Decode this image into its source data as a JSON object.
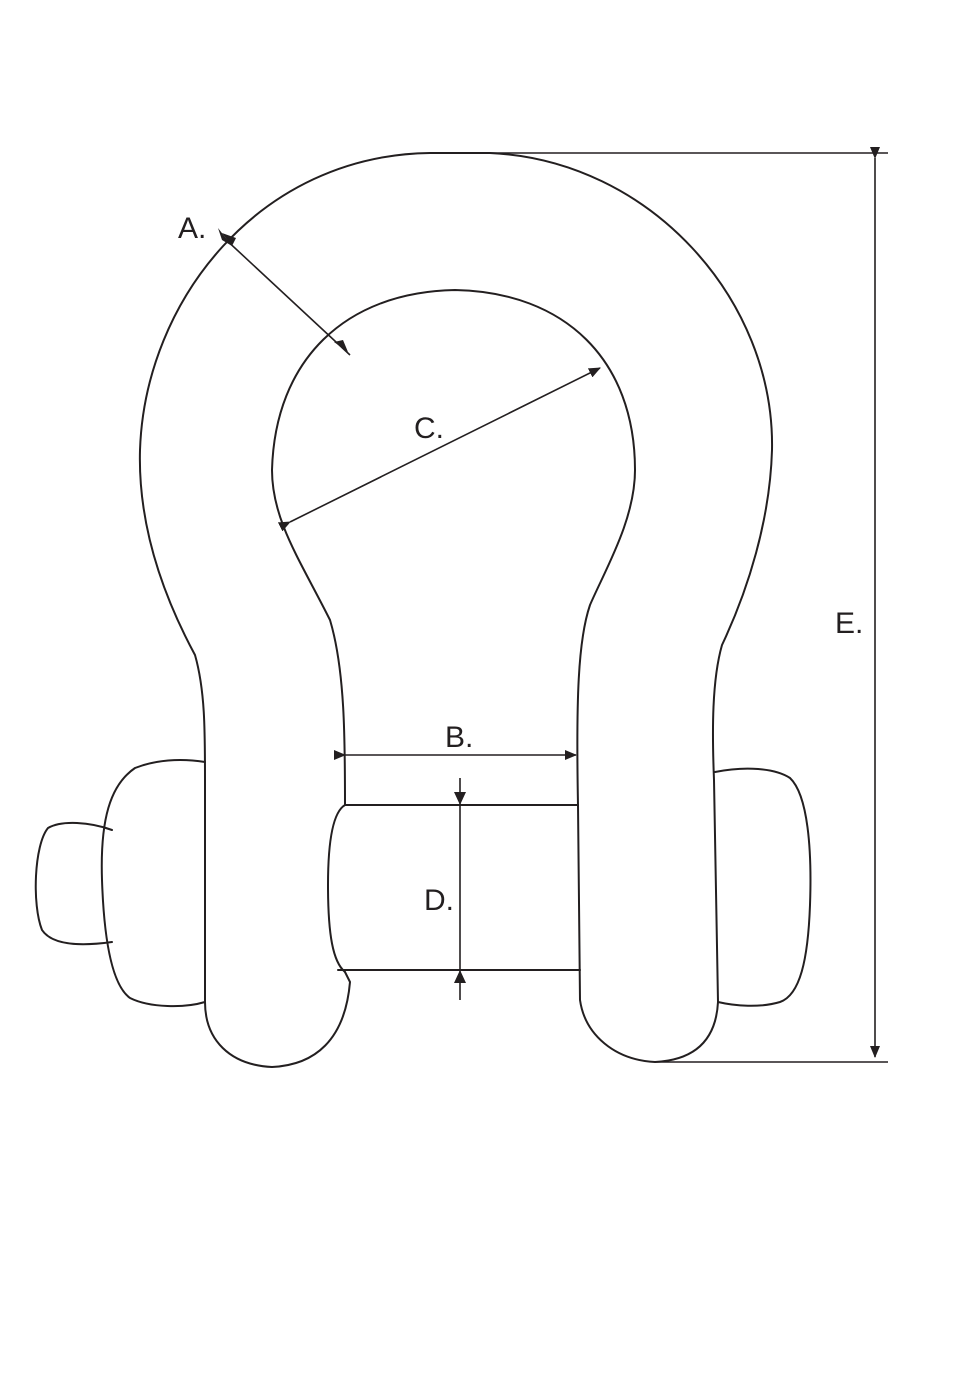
{
  "labels": {
    "a": "A.",
    "b": "B.",
    "c": "C.",
    "d": "D.",
    "e": "E."
  },
  "colors": {
    "ink": "#231f20",
    "background": "#ffffff"
  }
}
